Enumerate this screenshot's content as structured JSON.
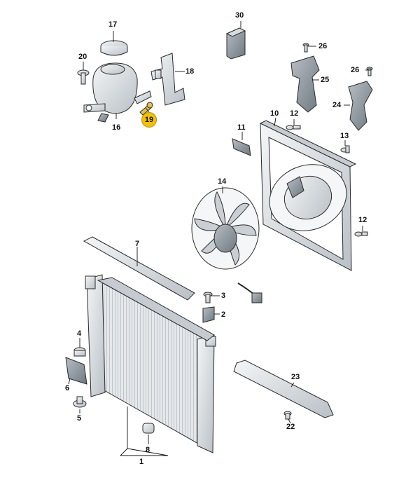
{
  "callouts": {
    "c1": "1",
    "c2": "2",
    "c3": "3",
    "c4": "4",
    "c5": "5",
    "c6": "6",
    "c7": "7",
    "c8": "8",
    "c10": "10",
    "c11": "11",
    "c12a": "12",
    "c12b": "12",
    "c13": "13",
    "c14": "14",
    "c16": "16",
    "c17": "17",
    "c18": "18",
    "c19": "19",
    "c20": "20",
    "c22": "22",
    "c23": "23",
    "c24": "24",
    "c25": "25",
    "c26a": "26",
    "c26b": "26",
    "c30": "30"
  },
  "colors": {
    "part_fill": "#e9ecee",
    "part_shade": "#c5cbd0",
    "part_dark": "#7d868e",
    "outline": "#2a2a2a",
    "highlight": "#f2c200"
  }
}
